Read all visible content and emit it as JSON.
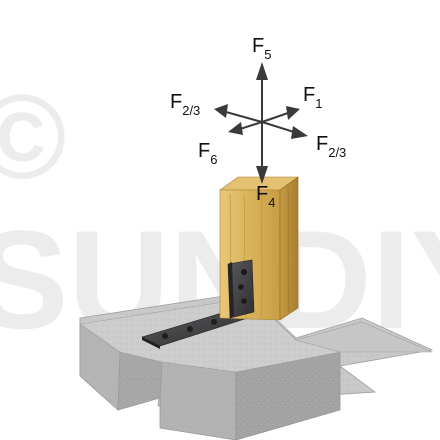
{
  "watermark": {
    "symbol": "©",
    "text": "SUNDIY",
    "color": "#ececec"
  },
  "forces": [
    {
      "id": "f5",
      "base": "F",
      "sub": "5"
    },
    {
      "id": "f1",
      "base": "F",
      "sub": "1"
    },
    {
      "id": "f23_left",
      "base": "F",
      "sub": "2/3"
    },
    {
      "id": "f6",
      "base": "F",
      "sub": "6"
    },
    {
      "id": "f23_right",
      "base": "F",
      "sub": "2/3"
    },
    {
      "id": "f4",
      "base": "F",
      "sub": "4"
    }
  ],
  "colors": {
    "arrow": "#3a3a3a",
    "wood": "#d9b25a",
    "wood_dark": "#b88d38",
    "bracket": "#3c3c3e",
    "concrete_top": "#c9c9c9",
    "concrete_side": "#a9a9a9"
  }
}
